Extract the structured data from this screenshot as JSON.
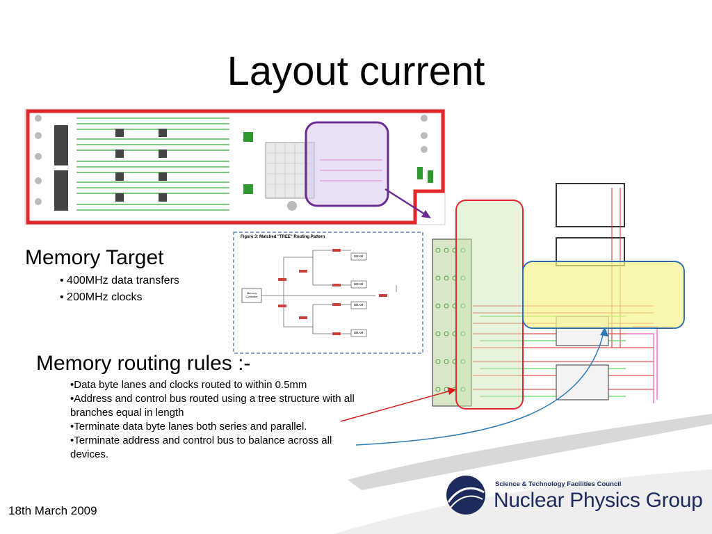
{
  "title": "Layout current",
  "memory_target": {
    "heading": "Memory Target",
    "bullets": [
      "• 400MHz data transfers",
      "• 200MHz clocks"
    ]
  },
  "routing_rules": {
    "heading": "Memory routing rules :-",
    "bullets": [
      "•Data byte lanes and clocks routed to within 0.5mm",
      "•Address and control bus routed using a tree structure with all branches equal in length",
      "•Terminate data byte lanes both series and parallel.",
      "•Terminate address and control bus to balance across all devices."
    ]
  },
  "figure": {
    "caption_label": "Figure 3:",
    "caption_title": "Matched \"TREE\" Routing Pattern",
    "controller_label": "Memory Controller",
    "dram_label": "DRAM"
  },
  "footer": {
    "date": "18th March 2009"
  },
  "logo": {
    "organization": "Science & Technology Facilities Council",
    "group": "Nuclear Physics Group"
  },
  "colors": {
    "pcb_border": "#e3262b",
    "pcb_trace": "#33aa33",
    "highlight_purple": "#6a2c91",
    "highlight_yellow": "#f6f38a",
    "highlight_blue": "#2f6fb5",
    "arrow_red": "#d7191c",
    "arrow_blue": "#2c7bb6",
    "logo_navy": "#1c2a5c"
  }
}
